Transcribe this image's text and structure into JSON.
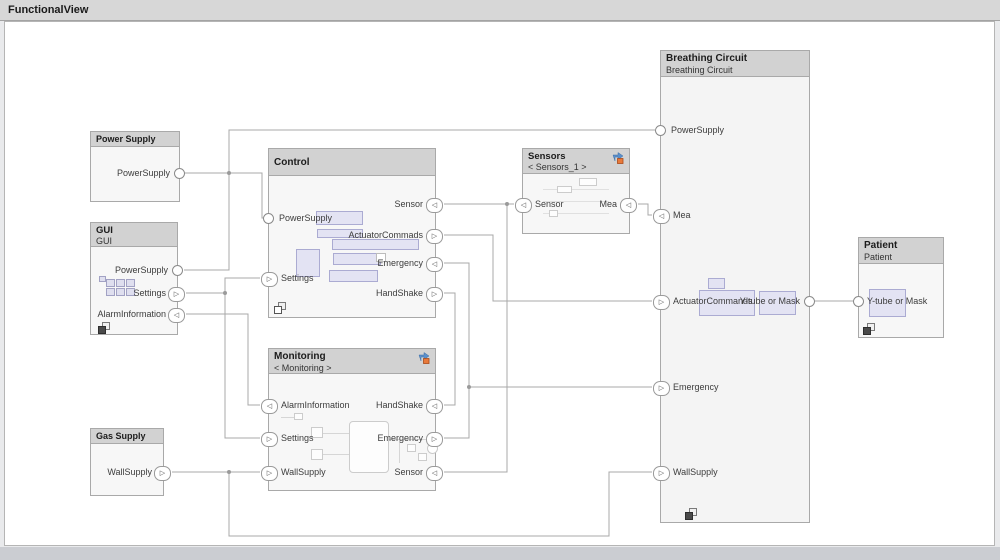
{
  "window": {
    "title": "FunctionalView"
  },
  "icons": {
    "tri_right": "▷",
    "tri_left": "◁"
  },
  "colors": {
    "header_bg": "#d2d2d2",
    "body_bg": "#f7f7f7",
    "block_border": "#a9a9a9",
    "wire": "#a8a8a8",
    "preview_fill": "#e3e3f3",
    "preview_border": "#ababd2",
    "badge_blue": "#5b8fc9",
    "badge_orange": "#e8793a"
  },
  "blocks": {
    "power_supply": {
      "title": "Power Supply",
      "ports": {
        "power_supply": "PowerSupply"
      }
    },
    "gui": {
      "title": "GUI",
      "subtitle": "GUI",
      "ports": {
        "power_supply": "PowerSupply",
        "settings": "Settings",
        "alarm_information": "AlarmInformation"
      }
    },
    "control": {
      "title": "Control",
      "ports": {
        "power_supply": "PowerSupply",
        "settings": "Settings",
        "sensor": "Sensor",
        "actuator_commands": "ActuatorCommads",
        "emergency": "Emergency",
        "handshake": "HandShake"
      }
    },
    "monitoring": {
      "title": "Monitoring",
      "subtitle": "< Monitoring >",
      "ports": {
        "alarm_information": "AlarmInformation",
        "settings": "Settings",
        "wall_supply": "WallSupply",
        "handshake": "HandShake",
        "emergency": "Emergency",
        "sensor": "Sensor"
      }
    },
    "gas_supply": {
      "title": "Gas Supply",
      "ports": {
        "wall_supply": "WallSupply"
      }
    },
    "sensors": {
      "title": "Sensors",
      "subtitle": "< Sensors_1 >",
      "ports": {
        "sensor": "Sensor",
        "mea": "Mea"
      }
    },
    "breathing_circuit": {
      "title": "Breathing Circuit",
      "subtitle": "Breathing Circuit",
      "ports": {
        "power_supply": "PowerSupply",
        "mea": "Mea",
        "actuator_commands": "ActuatorCommands",
        "emergency": "Emergency",
        "wall_supply": "WallSupply",
        "ytube": "Y-tube or Mask"
      }
    },
    "patient": {
      "title": "Patient",
      "subtitle": "Patient",
      "ports": {
        "ytube": "Y-tube or Mask"
      }
    }
  },
  "connections": [
    {
      "net": "PowerSupply",
      "from": "Power Supply.PowerSupply",
      "to": [
        "Breathing Circuit.PowerSupply",
        "Control.PowerSupply",
        "GUI.PowerSupply"
      ]
    },
    {
      "net": "Settings",
      "from": "GUI.Settings",
      "to": [
        "Control.Settings",
        "Monitoring.Settings"
      ]
    },
    {
      "net": "AlarmInformation",
      "from": "Monitoring.AlarmInformation",
      "to": [
        "GUI.AlarmInformation"
      ]
    },
    {
      "net": "WallSupply",
      "from": "Gas Supply.WallSupply",
      "to": [
        "Monitoring.WallSupply",
        "Breathing Circuit.WallSupply"
      ]
    },
    {
      "net": "Sensor",
      "from": "Sensors.Sensor",
      "to": [
        "Control.Sensor",
        "Monitoring.Sensor"
      ]
    },
    {
      "net": "Mea",
      "from": "Breathing Circuit.Mea",
      "to": [
        "Sensors.Mea"
      ]
    },
    {
      "net": "ActuatorCommands",
      "from": "Control.ActuatorCommads",
      "to": [
        "Breathing Circuit.ActuatorCommands"
      ]
    },
    {
      "net": "Emergency",
      "from": "Monitoring.Emergency",
      "to": [
        "Control.Emergency",
        "Breathing Circuit.Emergency"
      ]
    },
    {
      "net": "HandShake",
      "from": "Control.HandShake",
      "to": [
        "Monitoring.HandShake"
      ]
    },
    {
      "net": "Y-tube or Mask",
      "from": "Breathing Circuit.Y-tube or Mask",
      "to": [
        "Patient.Y-tube or Mask"
      ]
    }
  ]
}
